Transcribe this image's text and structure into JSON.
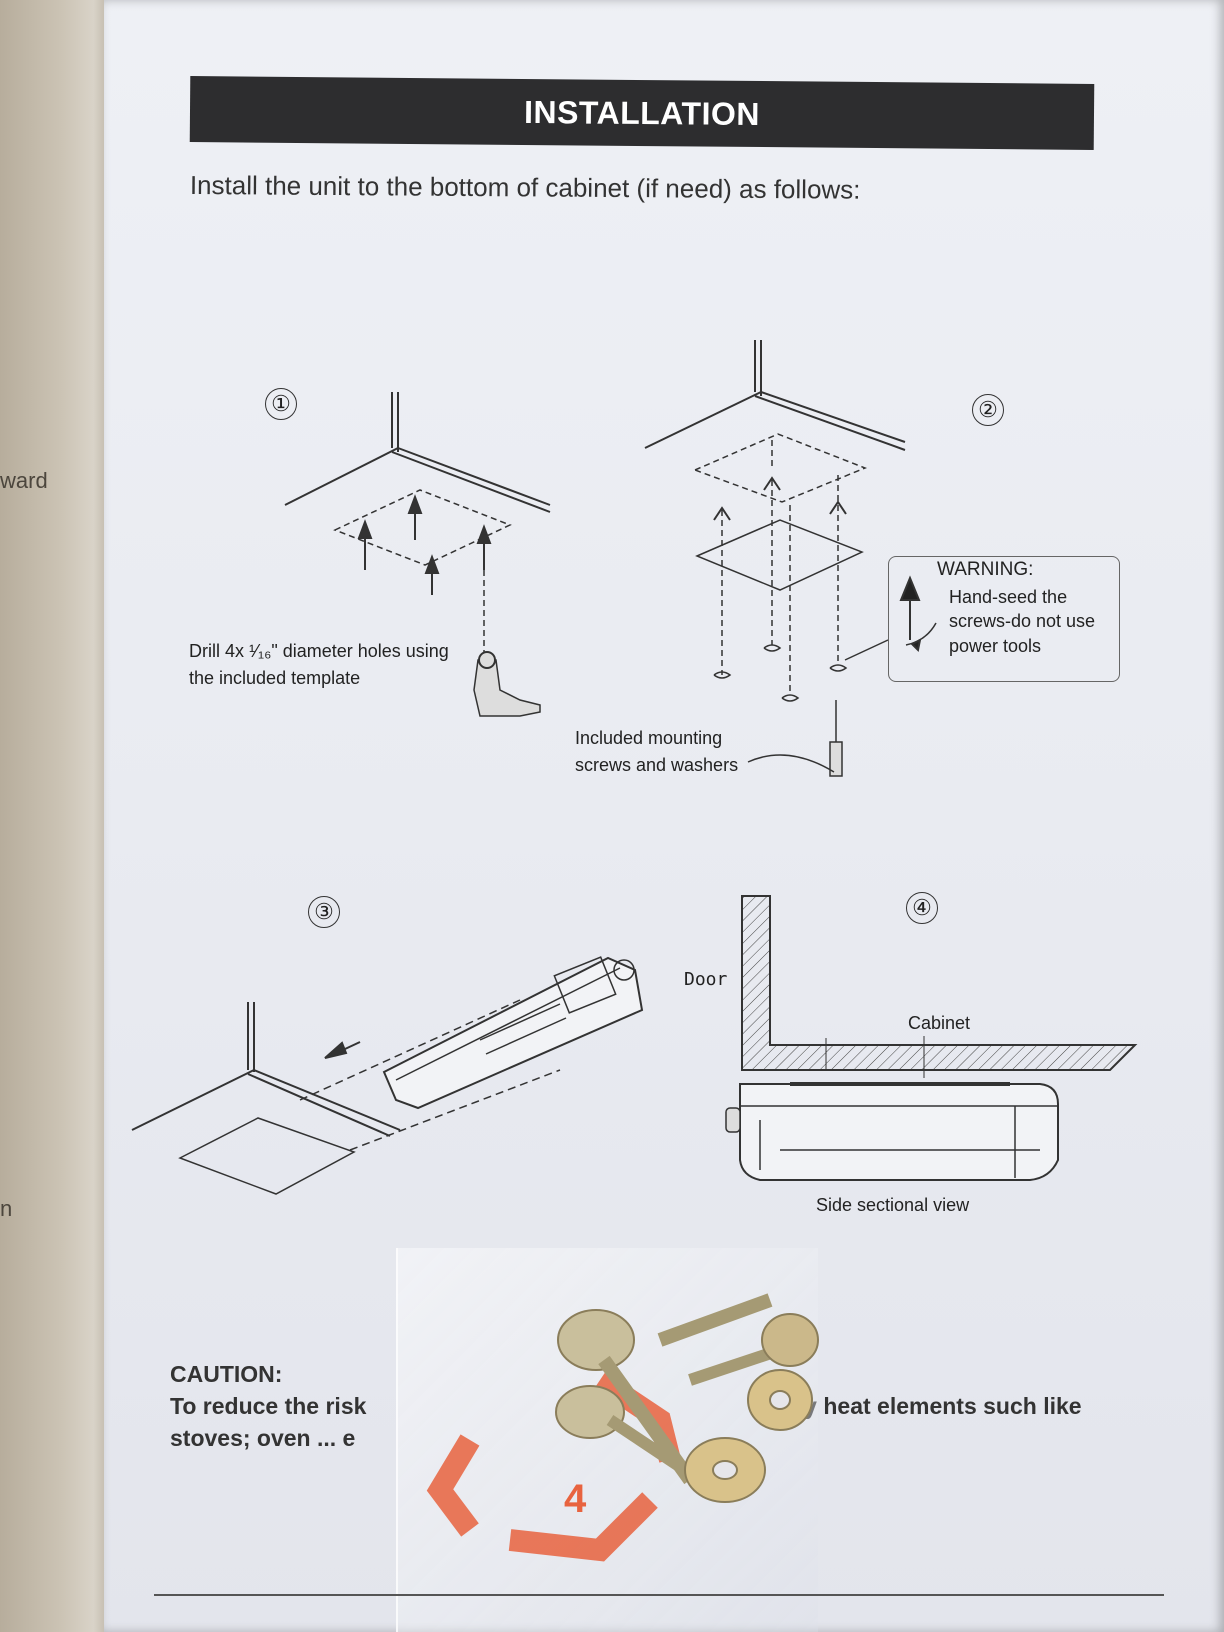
{
  "spine": {
    "text_top": "ward",
    "text_bottom": "n"
  },
  "header": {
    "title": "INSTALLATION"
  },
  "intro": "Install the unit to the bottom of cabinet (if need) as follows:",
  "steps": [
    {
      "number": "①",
      "text_line1": "Drill 4x ¹⁄₁₆\" diameter holes using",
      "text_line2": "the included template"
    },
    {
      "number": "②",
      "text_line1": "Included mounting",
      "text_line2": "screws and washers"
    },
    {
      "number": "③"
    },
    {
      "number": "④",
      "door_label": "Door",
      "cabinet_label": "Cabinet",
      "caption": "Side sectional view"
    }
  ],
  "warning": {
    "title": "WARNING:",
    "text": "Hand-seed the screws-do not use power tools"
  },
  "caution": {
    "title": "CAUTION:",
    "line1_left": "To reduce the risk",
    "line1_right": "ar any heat elements such like",
    "line2": "stoves; oven ... e"
  },
  "bag_print": "4",
  "colors": {
    "title_bar": "#2d2d2f",
    "bag_print": "#e8633f",
    "screw": "#b9ad86"
  }
}
